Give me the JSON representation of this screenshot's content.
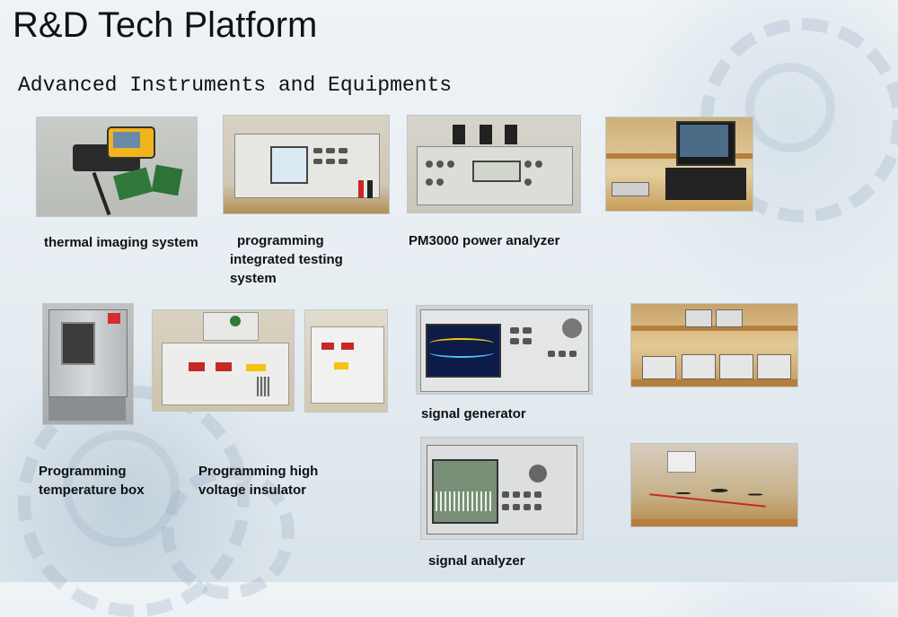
{
  "slide": {
    "title": "R&D Tech Platform",
    "subtitle": "Advanced Instruments and Equipments"
  },
  "captions": {
    "thermal": "thermal imaging system",
    "programming_test": "programming integrated testing system",
    "pm3000": "PM3000 power analyzer",
    "temp_box": "Programming temperature box",
    "hv_insulator": "Programming high voltage insulator",
    "signal_generator": "signal generator",
    "signal_analyzer": "signal analyzer"
  }
}
